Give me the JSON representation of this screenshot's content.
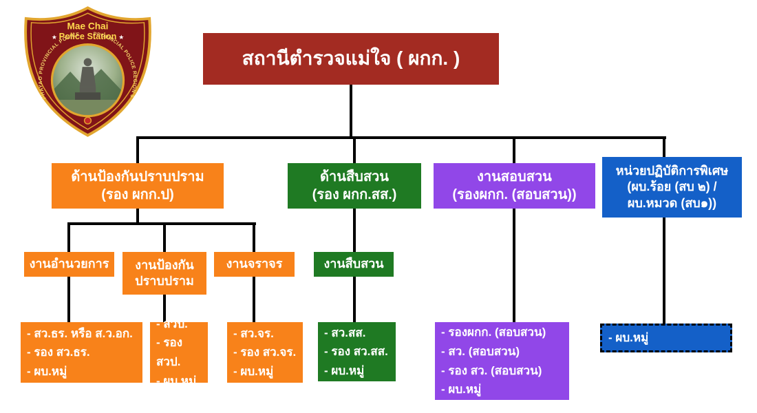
{
  "colors": {
    "root_box": "#A32B22",
    "prevention_branch": "#F8821A",
    "investigation_branch": "#1F7A23",
    "inquiry_branch": "#9147E8",
    "special_ops_branch": "#1460C8",
    "connector_line": "#000000",
    "text": "#FFFFFF",
    "badge_body": "#801418",
    "badge_trim": "#E2A62F",
    "badge_text": "#FFD84D"
  },
  "logo": {
    "name1": "Mae Chai",
    "name2": "Police Station",
    "star": "★",
    "arc_left": "PHAYAO PROVINCIAL POLICE",
    "arc_right": "PROVINCIAL POLICE REGION 5"
  },
  "org": {
    "root": {
      "l1": "สถานีตำรวจแม่ใจ ( ผกก. )"
    },
    "b_prevention": {
      "l1": "ด้านป้องกันปราบปราม",
      "l2": "(รอง ผกก.ป)"
    },
    "b_invest": {
      "l1": "ด้านสืบสวน",
      "l2": "(รอง ผกก.สส.)"
    },
    "b_inquiry": {
      "l1": "งานสอบสวน",
      "l2": "(รองผกก. (สอบสวน))"
    },
    "b_special": {
      "l1": "หน่วยปฏิบัติการพิเศษ",
      "l2": "(ผบ.ร้อย (สบ ๒) /",
      "l3": "ผบ.หมวด (สบ๑))"
    },
    "s_admin": {
      "l1": "งานอำนวยการ"
    },
    "s_prevention": {
      "l1": "งานป้องกัน",
      "l2": "ปราบปราม"
    },
    "s_traffic": {
      "l1": "งานจราจร"
    },
    "s_invest": {
      "l1": "งานสืบสวน"
    },
    "leaf_admin": {
      "l1": "- สว.ธร. หรือ ส.ว.อก.",
      "l2": "- รอง สว.ธร.",
      "l3": "- ผบ.หมู่"
    },
    "leaf_prevention": {
      "l1": "- สวป.",
      "l2": "- รอง สวป.",
      "l3": "- ผบ.หมู่"
    },
    "leaf_traffic": {
      "l1": "- สว.จร.",
      "l2": "- รอง สว.จร.",
      "l3": "- ผบ.หมู่"
    },
    "leaf_invest": {
      "l1": "- สว.สส.",
      "l2": "- รอง สว.สส.",
      "l3": "- ผบ.หมู่"
    },
    "leaf_inquiry": {
      "l1": "- รองผกก. (สอบสวน)",
      "l2": "- สว. (สอบสวน)",
      "l3": "- รอง สว. (สอบสวน)",
      "l4": "- ผบ.หมู่"
    },
    "leaf_special": {
      "l1": "- ผบ.หมู่"
    }
  }
}
